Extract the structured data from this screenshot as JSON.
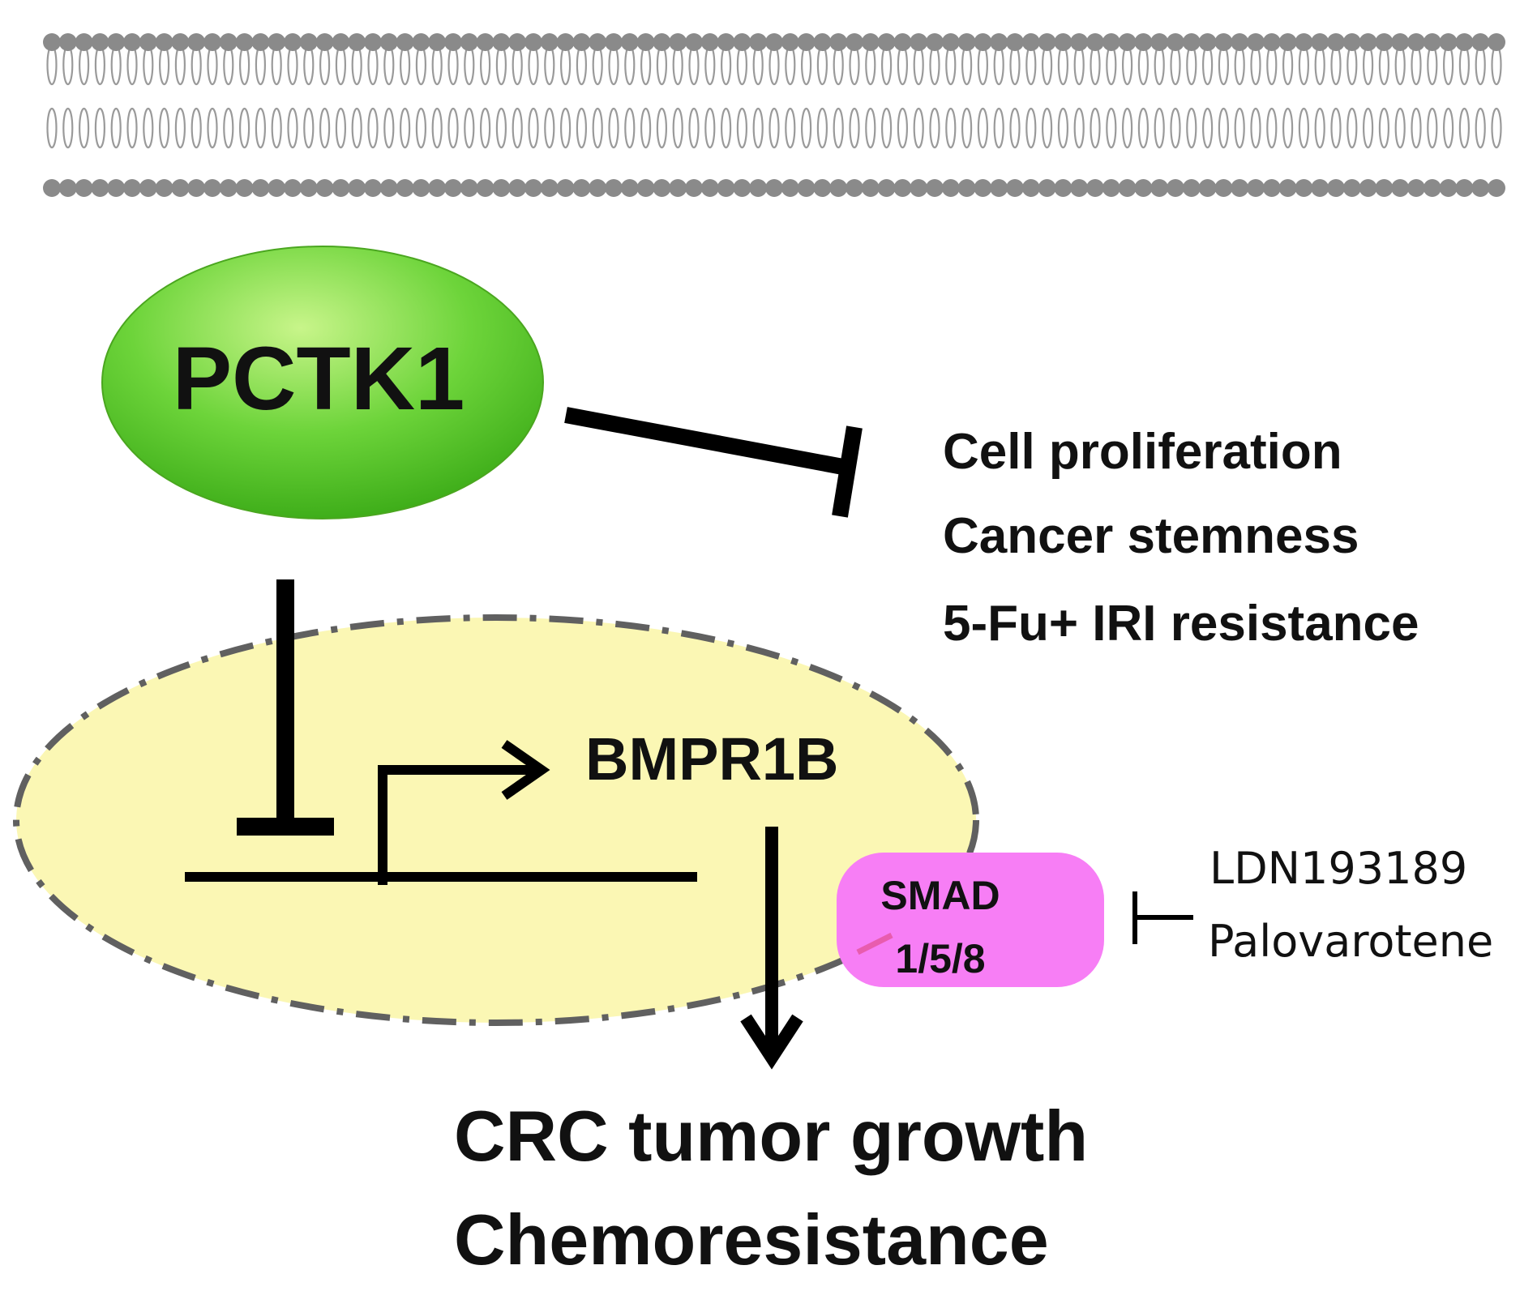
{
  "colors": {
    "membrane_head": "#8a8a8a",
    "membrane_tail": "#9a9a9a",
    "pctk1_fill": "#6dd43a",
    "nucleus_fill": "#fbf7b4",
    "nucleus_border": "#606060",
    "smad_fill": "#f77ef5",
    "line": "#000000"
  },
  "nodes": {
    "pctk1": "PCTK1",
    "bmpr1b": "BMPR1B",
    "smad_line1": "SMAD",
    "smad_line2": "1/5/8"
  },
  "inhibited_effects": [
    "Cell proliferation",
    "Cancer stemness",
    "5-Fu+ IRI resistance"
  ],
  "inhibitors": [
    "LDN193189",
    "Palovarotene"
  ],
  "outcomes": [
    "CRC tumor growth",
    "Chemoresistance"
  ],
  "icons": {
    "membrane": "lipid-bilayer-icon",
    "inhibit": "t-bar-inhibition-icon",
    "activate": "arrow-icon",
    "promoter": "bent-arrow-promoter-icon"
  }
}
